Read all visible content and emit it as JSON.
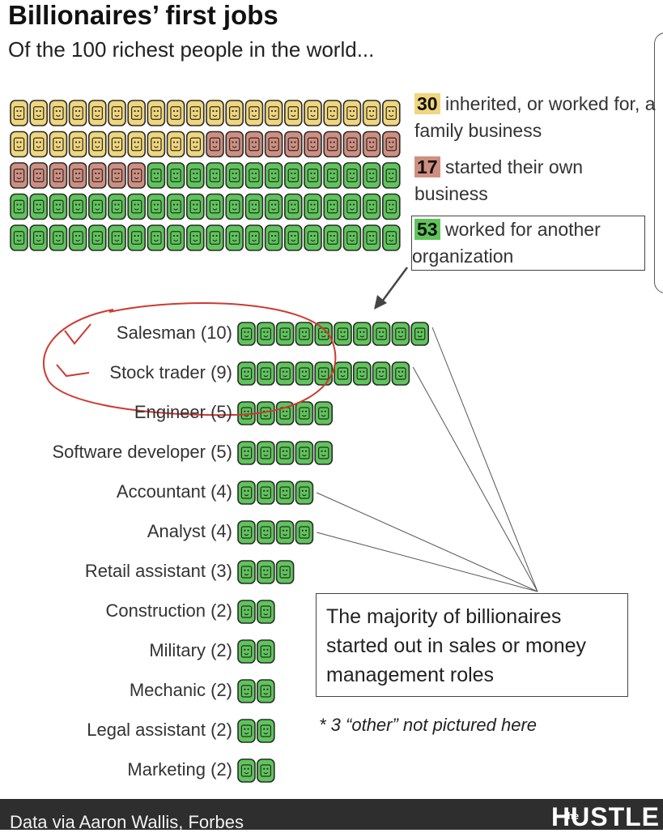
{
  "header": {
    "title": "Billionaires’ first jobs",
    "subtitle": "Of the 100 richest people in the world..."
  },
  "colors": {
    "inherited": "#f0d67c",
    "started": "#cf8f80",
    "worked": "#5ec55a",
    "outline": "#2b2b2b",
    "circle": "#cc3a32"
  },
  "chart_data": [
    {
      "type": "pictograph",
      "categories": [
        "inherited, or worked for, a family business",
        "started their own business",
        "worked for another organization"
      ],
      "values": [
        30,
        17,
        53
      ]
    },
    {
      "type": "pictograph",
      "categories": [
        "Salesman",
        "Stock trader",
        "Engineer",
        "Software developer",
        "Accountant",
        "Analyst",
        "Retail assistant",
        "Construction",
        "Military",
        "Mechanic",
        "Legal assistant",
        "Marketing"
      ],
      "values": [
        10,
        9,
        5,
        5,
        4,
        4,
        3,
        2,
        2,
        2,
        2,
        2
      ]
    }
  ],
  "legend": [
    {
      "value": "30",
      "text": "inherited, or worked for, a family business"
    },
    {
      "value": "17",
      "text": "started their own business"
    },
    {
      "value": "53",
      "text": "worked for another organization"
    }
  ],
  "jobs": [
    {
      "label": "Salesman (10)"
    },
    {
      "label": "Stock trader (9)"
    },
    {
      "label": "Engineer (5)"
    },
    {
      "label": "Software developer (5)"
    },
    {
      "label": "Accountant (4)"
    },
    {
      "label": "Analyst (4)"
    },
    {
      "label": "Retail assistant (3)"
    },
    {
      "label": "Construction (2)"
    },
    {
      "label": "Military (2)"
    },
    {
      "label": "Mechanic (2)"
    },
    {
      "label": "Legal assistant (2)"
    },
    {
      "label": "Marketing (2)"
    }
  ],
  "annotation": "The majority of billionaires started out in sales or money management roles",
  "footnote": "* 3 “other” not pictured here",
  "footer": {
    "source": "Data via Aaron Wallis, Forbes",
    "brand_prefix": "the",
    "brand": "HUSTLE"
  }
}
